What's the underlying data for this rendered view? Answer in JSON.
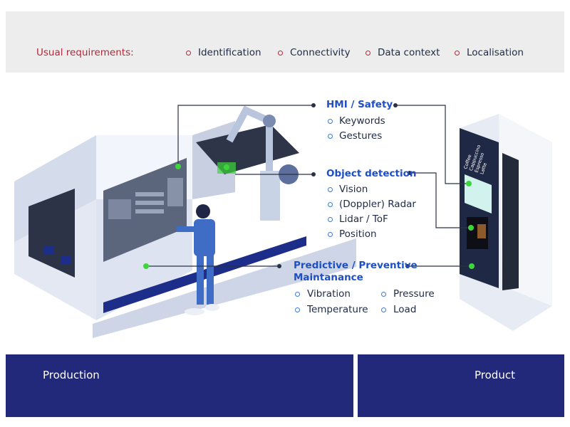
{
  "requirements": {
    "label": "Usual requirements:",
    "items": [
      "Identification",
      "Connectivity",
      "Data context",
      "Localisation"
    ]
  },
  "groups": {
    "hmi": {
      "title": "HMI / Safety",
      "items": [
        "Keywords",
        "Gestures"
      ]
    },
    "object": {
      "title": "Object detection",
      "items": [
        "Vision",
        "(Doppler) Radar",
        "Lidar / ToF",
        "Position"
      ]
    },
    "predictive": {
      "title_line1": "Predictive / Preventive",
      "title_line2": "Maintanance",
      "items": [
        "Vibration",
        "Pressure",
        "Temperature",
        "Load"
      ]
    }
  },
  "vending_screen": [
    "Coffee",
    "Cappuccino",
    "Espresso",
    "Latte"
  ],
  "footer": {
    "left": "Production",
    "right": "Product"
  },
  "colors": {
    "navy": "#22287a",
    "red": "#b5283b",
    "blue": "#1e4fc4",
    "sensor_green": "#3dd63a"
  }
}
